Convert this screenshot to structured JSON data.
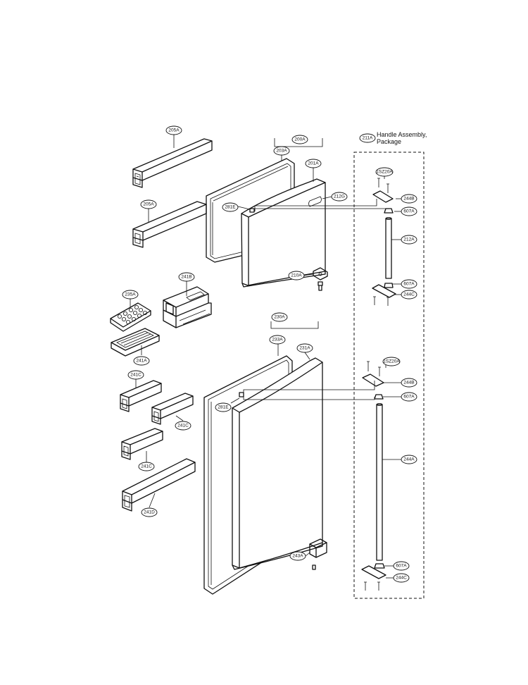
{
  "diagram": {
    "handle_title_line1": "Handle Assembly,",
    "handle_title_line2": "Package",
    "labels": {
      "l205a_top": "205A",
      "l205a_bottom": "205A",
      "l200a": "200A",
      "l203a": "203A",
      "l201a": "201A",
      "l212g": "212G",
      "l281e_top": "281E",
      "l210a": "210A",
      "l211a": "211A",
      "l1sz20a_top": "1SZ20A",
      "l244b_top": "244B",
      "l607a_1": "607A",
      "l212a": "212A",
      "l607a_2": "607A",
      "l244c_top": "244C",
      "l241b": "241B",
      "l235a": "235A",
      "l241a": "241A",
      "l230a": "230A",
      "l233a": "233A",
      "l231a": "231A",
      "l1sz20a_bottom": "1SZ20A",
      "l244b_bottom": "244B",
      "l607a_3": "607A",
      "l281e_bottom": "281E",
      "l244a": "244A",
      "l241c_1": "241C",
      "l241c_2": "241C",
      "l241c_3": "241C",
      "l241d": "241D",
      "l243a": "243A",
      "l607a_4": "607A",
      "l244c_bottom": "244C"
    }
  }
}
